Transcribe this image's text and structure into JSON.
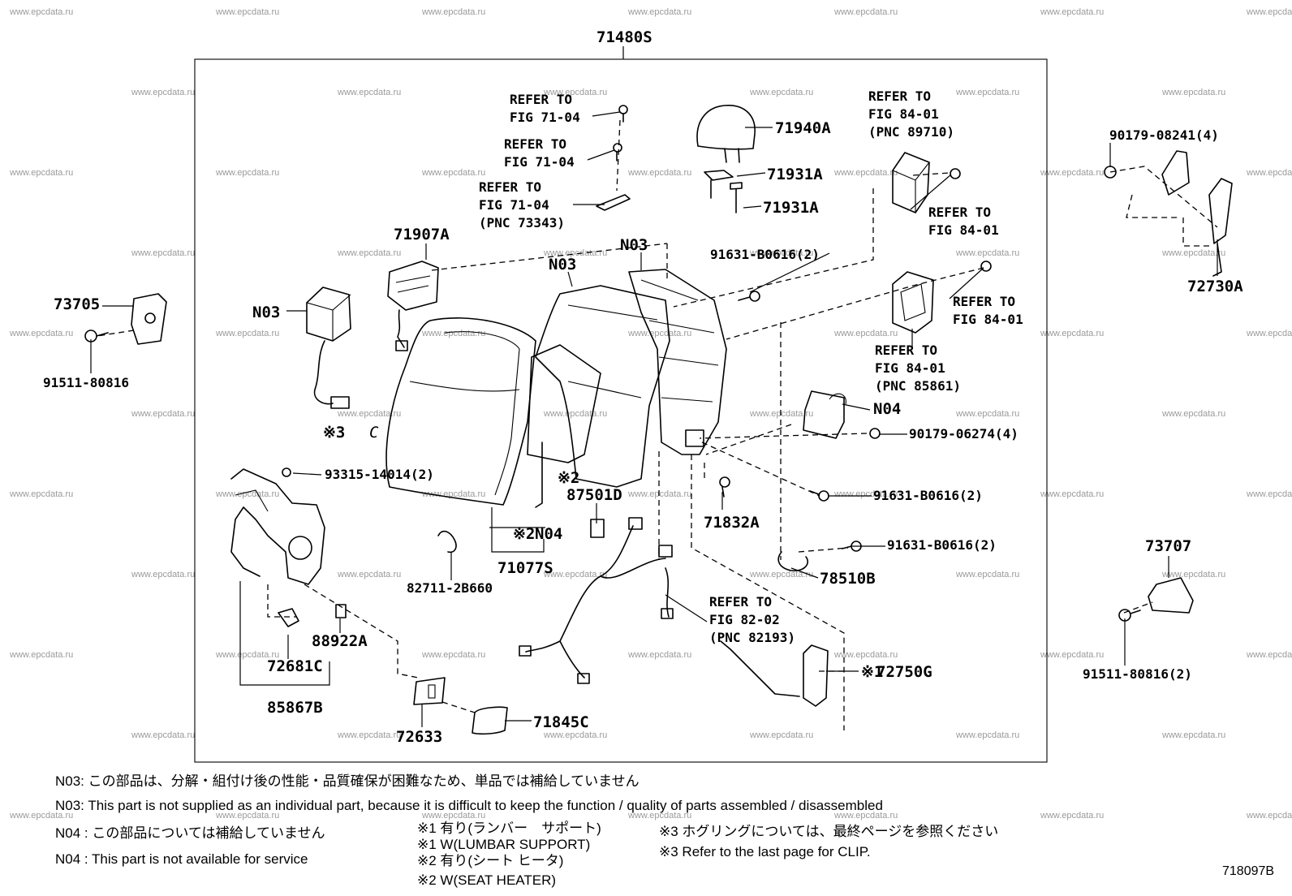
{
  "watermark": "www.epcdata.ru",
  "assembly_label": "71480S",
  "parts": {
    "p71940A": "71940A",
    "p71931A_1": "71931A",
    "p71931A_2": "71931A",
    "p71907A": "71907A",
    "p73705": "73705",
    "p91511_80816": "91511-80816",
    "p91511_80816_2": "91511-80816(2)",
    "p90179_08241": "90179-08241(4)",
    "p72730A": "72730A",
    "p91631_B0616_a": "91631-B0616(2)",
    "p91631_B0616_b": "91631-B0616(2)",
    "p91631_B0616_c": "91631-B0616(2)",
    "p90179_06274": "90179-06274(4)",
    "p93315_14014": "93315-14014(2)",
    "p87501D": "87501D",
    "p71832A": "71832A",
    "p71077S": "71077S",
    "p82711_2B660": "82711-2B660",
    "p88922A": "88922A",
    "p72681C": "72681C",
    "p85867B": "85867B",
    "p72633": "72633",
    "p71845C": "71845C",
    "p78510B": "78510B",
    "p72750G": "72750G",
    "p73707": "73707",
    "n03_a": "N03",
    "n03_b": "N03",
    "n03_c": "N03",
    "n04_a": "N04",
    "n04_b": "N04"
  },
  "markers": {
    "m1": "※1",
    "m2": "※2",
    "m2b": "※2",
    "m3": "※3",
    "c": "C"
  },
  "refs": {
    "r1": [
      "REFER TO",
      "FIG 71-04"
    ],
    "r2": [
      "REFER TO",
      "FIG 71-04"
    ],
    "r3": [
      "REFER TO",
      "FIG 71-04",
      "(PNC 73343)"
    ],
    "r4": [
      "REFER TO",
      "FIG 84-01",
      "(PNC 89710)"
    ],
    "r5": [
      "REFER TO",
      "FIG 84-01"
    ],
    "r6": [
      "REFER TO",
      "FIG 84-01"
    ],
    "r7": [
      "REFER TO",
      "FIG 84-01",
      "(PNC 85861)"
    ],
    "r8": [
      "REFER TO",
      "FIG 82-02",
      "(PNC 82193)"
    ]
  },
  "notes": {
    "n03_jp": "N03: この部品は、分解・組付け後の性能・品質確保が困難なため、単品では補給していません",
    "n03_en": "N03: This part is not supplied as an individual part, because it is difficult to keep the function / quality of parts assembled / disassembled",
    "n04_jp": "N04 : この部品については補給していません",
    "n04_en": "N04 : This part is not available for service",
    "k1_jp": "※1 有り(ランバー　サポート)",
    "k1_en": "※1  W(LUMBAR SUPPORT)",
    "k2_jp": "※2  有り(シート ヒータ)",
    "k2_en": "※2  W(SEAT HEATER)",
    "k3_jp": "※3  ホグリングについては、最終ページを参照ください",
    "k3_en": "※3  Refer to the last page for CLIP."
  },
  "figure_code": "718097B"
}
